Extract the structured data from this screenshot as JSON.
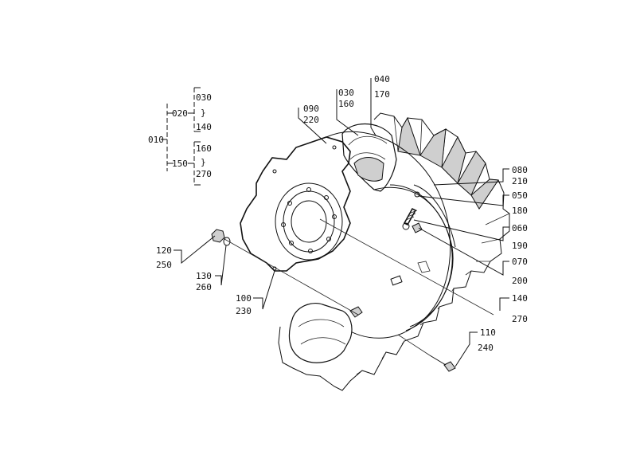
{
  "diagram": {
    "tree": {
      "root": "010",
      "branch_a": "020",
      "branch_b": "150",
      "a_top": "030",
      "a_tilde": "}",
      "a_bottom": "140",
      "b_top": "160",
      "b_tilde": "}",
      "b_bottom": "270"
    },
    "callouts": [
      {
        "id": "c090",
        "label": "090"
      },
      {
        "id": "c220",
        "label": "220"
      },
      {
        "id": "c030",
        "label": "030"
      },
      {
        "id": "c160",
        "label": "160"
      },
      {
        "id": "c040",
        "label": "040"
      },
      {
        "id": "c170",
        "label": "170"
      },
      {
        "id": "c080",
        "label": "080"
      },
      {
        "id": "c210",
        "label": "210"
      },
      {
        "id": "c050",
        "label": "050"
      },
      {
        "id": "c180",
        "label": "180"
      },
      {
        "id": "c060",
        "label": "060"
      },
      {
        "id": "c190",
        "label": "190"
      },
      {
        "id": "c070",
        "label": "070"
      },
      {
        "id": "c200",
        "label": "200"
      },
      {
        "id": "c140",
        "label": "140"
      },
      {
        "id": "c270",
        "label": "270"
      },
      {
        "id": "c110",
        "label": "110"
      },
      {
        "id": "c240",
        "label": "240"
      },
      {
        "id": "c120",
        "label": "120"
      },
      {
        "id": "c250",
        "label": "250"
      },
      {
        "id": "c130",
        "label": "130"
      },
      {
        "id": "c260",
        "label": "260"
      },
      {
        "id": "c100",
        "label": "100"
      },
      {
        "id": "c230",
        "label": "230"
      }
    ]
  }
}
